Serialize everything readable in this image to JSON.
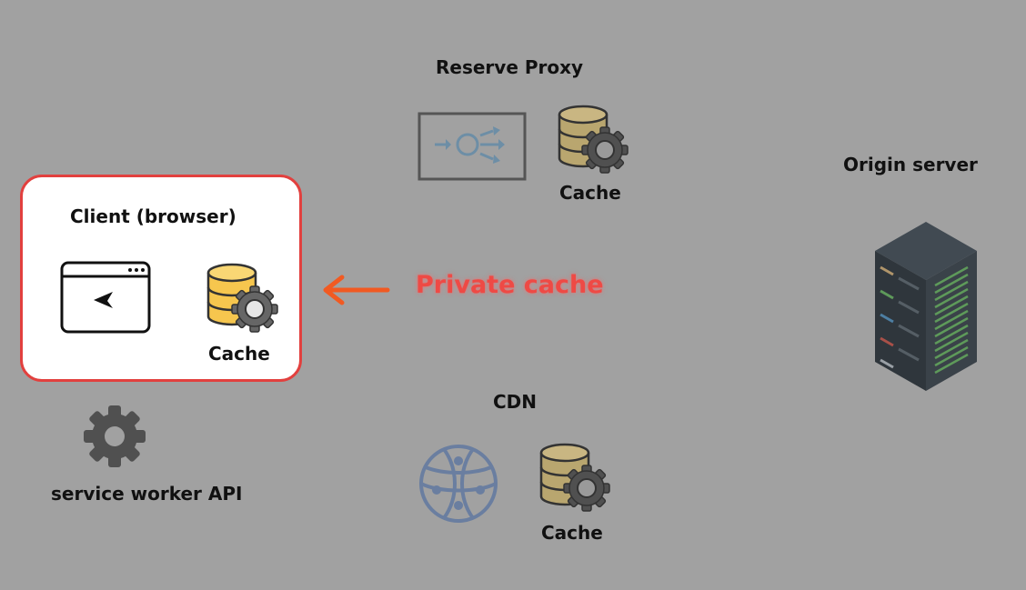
{
  "reverse_proxy": {
    "title": "Reserve Proxy",
    "cache_label": "Cache"
  },
  "origin": {
    "title": "Origin server"
  },
  "client": {
    "title": "Client (browser)",
    "cache_label": "Cache"
  },
  "private_cache": {
    "label": "Private cache",
    "color": "#ee4a45",
    "arrow_color": "#f15a22"
  },
  "cdn": {
    "title": "CDN",
    "cache_label": "Cache"
  },
  "service_worker": {
    "label": "service worker API"
  },
  "colors": {
    "background": "#a1a1a1",
    "client_border": "#e2403e",
    "dimmed_db": "#b9a66f",
    "client_db": "#f6c64e",
    "gear_dark": "#505050"
  }
}
